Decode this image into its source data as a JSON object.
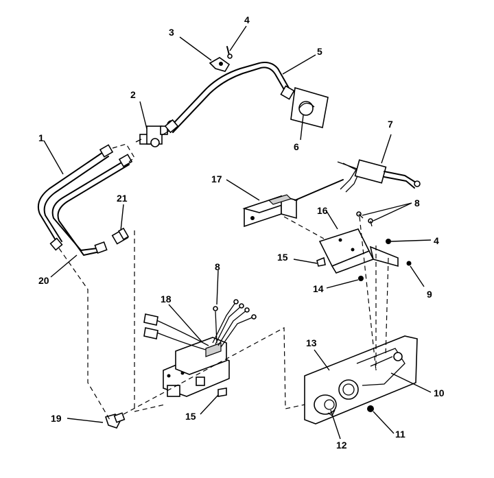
{
  "callouts": [
    "1",
    "2",
    "3",
    "4",
    "5",
    "6",
    "7",
    "8",
    "4",
    "9",
    "10",
    "11",
    "12",
    "13",
    "14",
    "15",
    "16",
    "17",
    "18",
    "8",
    "15",
    "19",
    "20",
    "21"
  ]
}
